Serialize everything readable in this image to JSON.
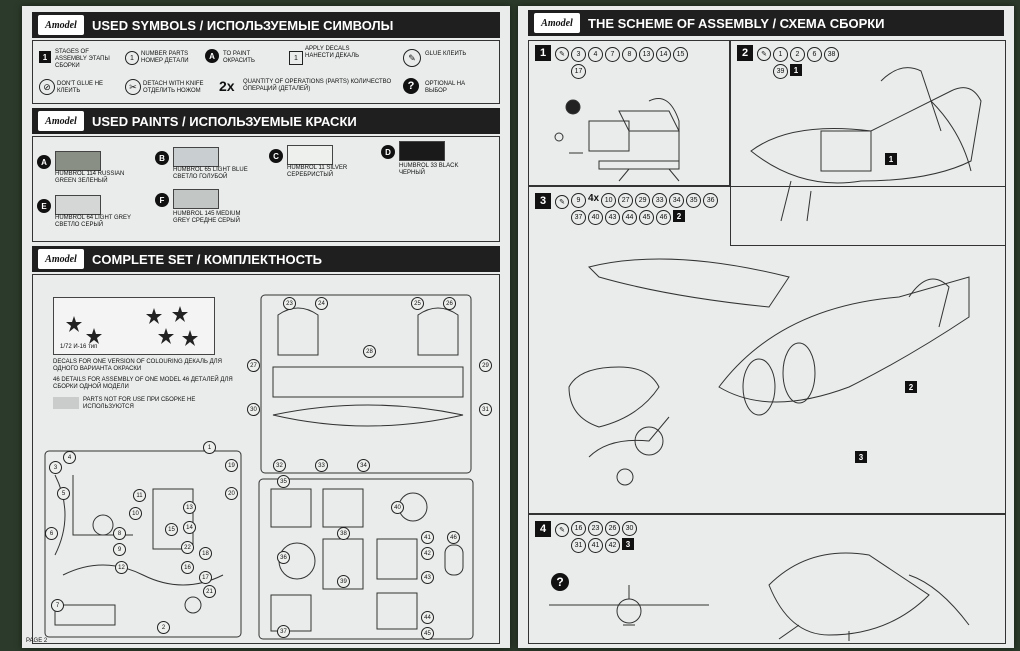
{
  "left_page": {
    "logo_text": "Amodel",
    "symbols_title": "USED SYMBOLS / ИСПОЛЬЗУЕМЫЕ СИМВОЛЫ",
    "symbols": [
      {
        "icon": "stage-box-icon",
        "glyph": "1",
        "text": "STAGES OF ASSEMBLY ЭТАПЫ СБОРКИ"
      },
      {
        "icon": "number-circle-icon",
        "glyph": "1",
        "text": "NUMBER PARTS НОМЕР ДЕТАЛИ"
      },
      {
        "icon": "paint-icon",
        "glyph": "A",
        "text": "TO PAINT ОКРАСИТЬ"
      },
      {
        "icon": "decal-box-icon",
        "glyph": "1",
        "text": "APPLY DECALS НАНЕСТИ ДЕКАЛЬ"
      },
      {
        "icon": "glue-icon",
        "glyph": "✎",
        "text": "GLUE КЛЕИТЬ"
      },
      {
        "icon": "no-glue-icon",
        "glyph": "⊘",
        "text": "DON'T GLUE НЕ КЛЕИТЬ"
      },
      {
        "icon": "knife-icon",
        "glyph": "✂",
        "text": "DETACH WITH KNIFE ОТДЕЛИТЬ НОЖОМ"
      },
      {
        "icon": "quantity-icon",
        "glyph": "2x",
        "text": "QUANTITY OF OPERATIONS (PARTS) КОЛИЧЕСТВО ОПЕРАЦИЙ (ДЕТАЛЕЙ)"
      },
      {
        "icon": "optional-icon",
        "glyph": "?",
        "text": "OPTIONAL НА ВЫБОР"
      }
    ],
    "paints_title": "USED PAINTS / ИСПОЛЬЗУЕМЫЕ КРАСКИ",
    "paints": [
      {
        "letter": "A",
        "color": "#8a8f86",
        "text": "HUMBROL 114 RUSSIAN GREEN ЗЕЛЕНЫЙ"
      },
      {
        "letter": "B",
        "color": "#c9cfd0",
        "text": "HUMBROL 65 LIGHT BLUE СВЕТЛО ГОЛУБОЙ"
      },
      {
        "letter": "C",
        "color": "#eef0ee",
        "text": "HUMBROL 11 SILVER СЕРЕБРИСТЫЙ"
      },
      {
        "letter": "D",
        "color": "#1a1a1a",
        "text": "HUMBROL 33 BLACK ЧЕРНЫЙ"
      },
      {
        "letter": "E",
        "color": "#d4d7d6",
        "text": "HUMBROL 64 LIGHT GREY СВЕТЛО СЕРЫЙ"
      },
      {
        "letter": "F",
        "color": "#c2c6c4",
        "text": "HUMBROL 145 MEDIUM GREY СРЕДНЕ СЕРЫЙ"
      }
    ],
    "set_title": "COMPLETE SET / КОМПЛЕКТНОСТЬ",
    "decal_note": "DECALS FOR ONE VERSION OF COLOURING ДЕКАЛЬ ДЛЯ ОДНОГО ВАРИАНТА ОКРАСКИ",
    "details_note": "46 DETAILS FOR ASSEMBLY OF ONE MODEL 46 ДЕТАЛЕЙ ДЛЯ СБОРКИ ОДНОЙ МОДЕЛИ",
    "not_used_note": "PARTS NOT FOR USE ПРИ СБОРКЕ НЕ ИСПОЛЬЗУЮТСЯ",
    "decal_sheet_label": "1/72 И-16 тип",
    "page_label": "PAGE 2",
    "sprue_numbers": [
      "23",
      "24",
      "25",
      "26",
      "27",
      "28",
      "29",
      "30",
      "31",
      "32",
      "33",
      "34",
      "35",
      "36",
      "37",
      "38",
      "39",
      "40",
      "41",
      "42",
      "43",
      "44",
      "45",
      "46",
      "1",
      "2",
      "3",
      "4",
      "5",
      "6",
      "7",
      "8",
      "9",
      "10",
      "11",
      "12",
      "13",
      "14",
      "15",
      "16",
      "17",
      "18",
      "19",
      "20",
      "21",
      "22"
    ]
  },
  "right_page": {
    "title": "THE SCHEME OF ASSEMBLY / СХЕМА СБОРКИ",
    "steps": [
      {
        "step": "1",
        "parts": [
          "3",
          "4",
          "7",
          "8",
          "13",
          "14",
          "15",
          "17"
        ],
        "decals": []
      },
      {
        "step": "2",
        "parts": [
          "1",
          "2",
          "6",
          "38",
          "39"
        ],
        "decals": [
          "1"
        ]
      },
      {
        "step": "3",
        "qty": "4x",
        "parts": [
          "9",
          "10",
          "27",
          "29",
          "33",
          "34",
          "35",
          "36",
          "37",
          "40",
          "43",
          "44",
          "45",
          "46"
        ],
        "decals": [
          "2"
        ]
      },
      {
        "step": "4",
        "parts": [
          "16",
          "23",
          "26",
          "30",
          "31",
          "41",
          "42"
        ],
        "decals": [
          "3"
        ]
      }
    ],
    "stage_refs": [
      "1",
      "2",
      "3"
    ],
    "optional_mark": "?"
  }
}
